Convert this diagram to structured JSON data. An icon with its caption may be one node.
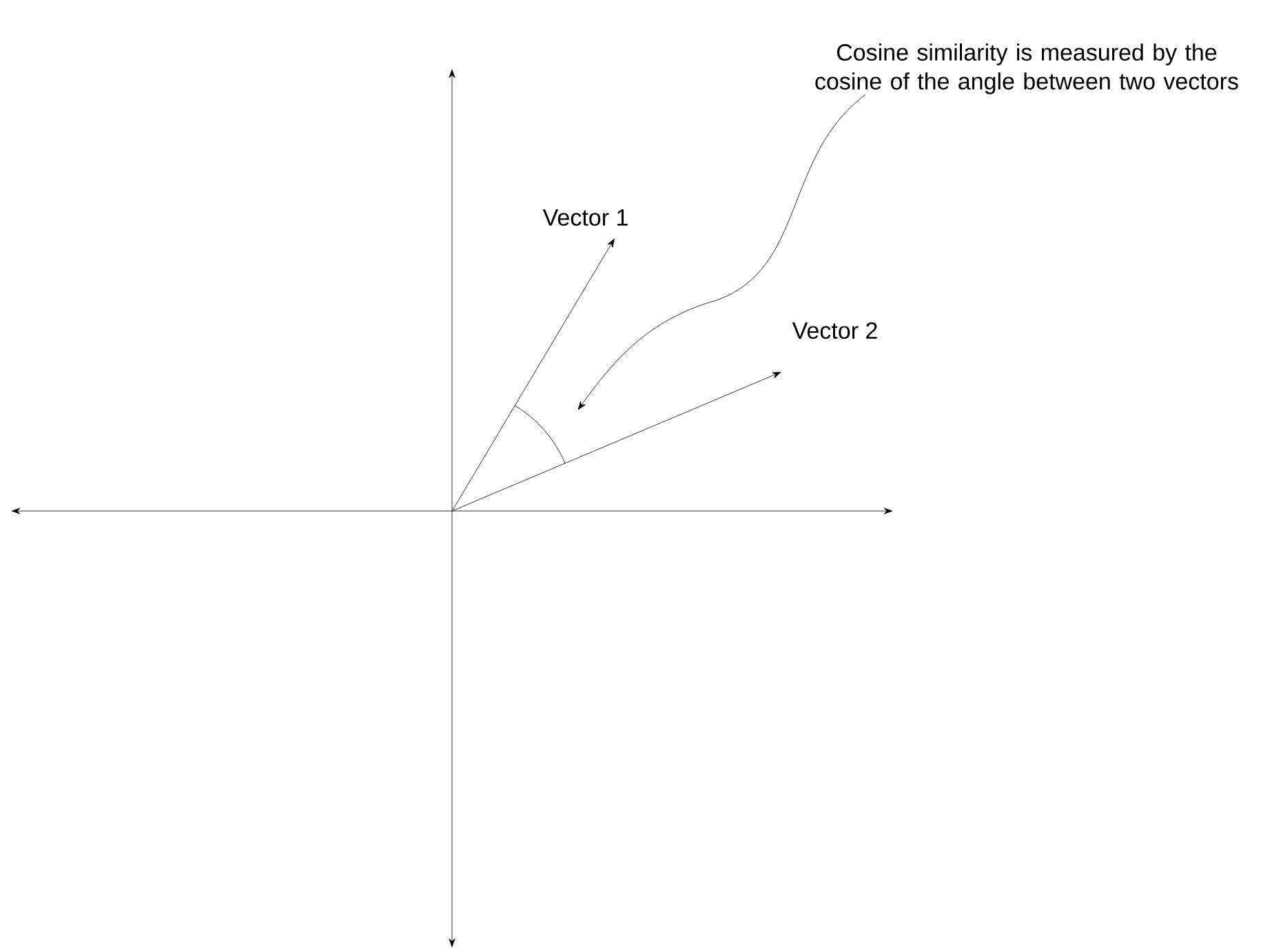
{
  "diagram": {
    "nodes": [
      {
        "text": [
          "Cosine similarity is measured by the cosine of the angle between two vectors"
        ]
      },
      {
        "text": [],
        "shape": "arc"
      }
    ],
    "edges": [
      {
        "from": 0,
        "to": 1,
        "arrow": "to"
      }
    ],
    "labels": [
      "Vector 1",
      "Vector 2"
    ]
  }
}
